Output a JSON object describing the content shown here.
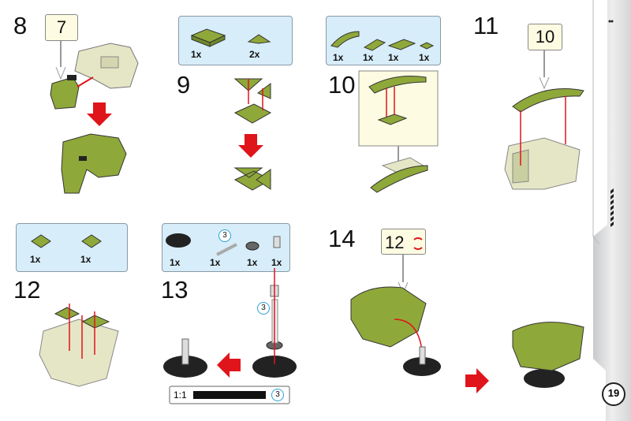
{
  "page_number": "19",
  "colors": {
    "brick_green": "#8fa83a",
    "light_brick": "#e5e6c6",
    "arrow_red": "#e0141b",
    "parts_bg": "#d7edf9",
    "callout_bg": "#fdfbe1",
    "accent_circle": "#2aa4d6"
  },
  "steps": [
    {
      "number": "8",
      "callout": "7"
    },
    {
      "number": "9",
      "parts": [
        {
          "qty": "1x"
        },
        {
          "qty": "2x"
        }
      ]
    },
    {
      "number": "10",
      "parts": [
        {
          "qty": "1x"
        },
        {
          "qty": "1x"
        },
        {
          "qty": "1x"
        },
        {
          "qty": "1x"
        }
      ]
    },
    {
      "number": "11",
      "callout": "10"
    },
    {
      "number": "12",
      "parts": [
        {
          "qty": "1x"
        },
        {
          "qty": "1x"
        }
      ]
    },
    {
      "number": "13",
      "parts": [
        {
          "qty": "1x"
        },
        {
          "qty": "1x"
        },
        {
          "qty": "1x"
        },
        {
          "qty": "1x"
        }
      ],
      "part_length": "3",
      "sub_length": "3",
      "scale": {
        "label": "1:1",
        "length": "3"
      }
    },
    {
      "number": "14",
      "callout": "12",
      "callout_icon": "rotate-icon"
    }
  ]
}
